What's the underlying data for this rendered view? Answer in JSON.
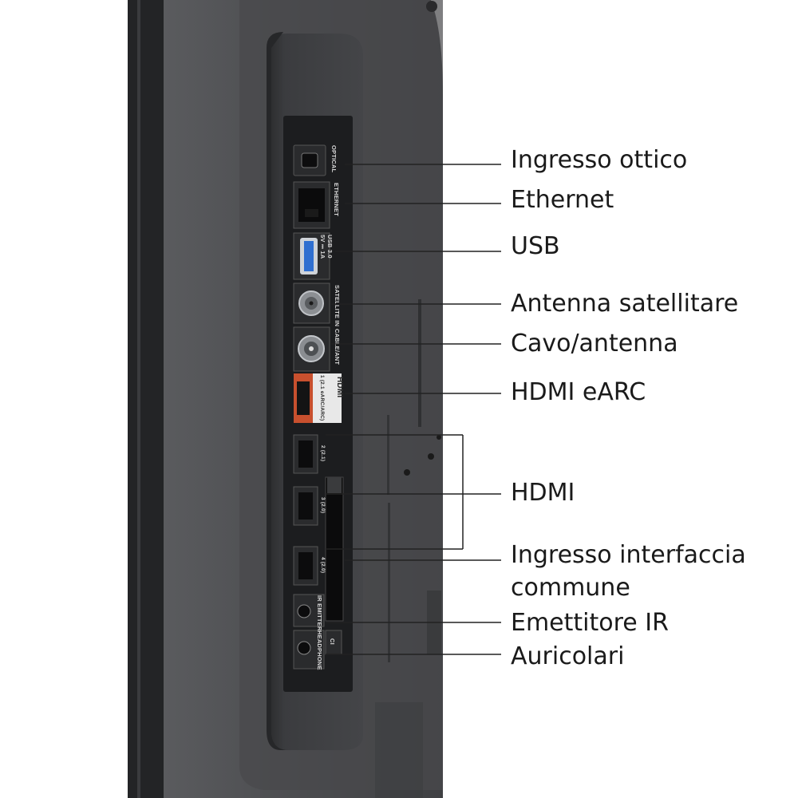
{
  "ports": {
    "optical": "OPTICAL",
    "ethernet": "ETHERNET",
    "usb_line1": "USB 3.0",
    "usb_line2": "5V ⎓ 1A",
    "satellite": "SATELLITE IN",
    "cable": "CABLE/ANT",
    "hdmi_logo": "HDMI",
    "hdmi1": "1 (2.1 eARC/ARC)",
    "hdmi2": "2 (2.1)",
    "hdmi3": "3 (2.0)",
    "hdmi4": "4 (2.0)",
    "ir": "IR EMITTER",
    "headphone": "HEADPHONE",
    "ci": "CI"
  },
  "labels": {
    "optical": "Ingresso ottico",
    "ethernet": "Ethernet",
    "usb": "USB",
    "satellite": "Antenna satellitare",
    "cable": "Cavo/antenna",
    "hdmi_earc": "HDMI eARC",
    "hdmi": "HDMI",
    "ci_line1": "Ingresso interfaccia",
    "ci_line2": "commune",
    "ir": "Emettitore IR",
    "headphone": "Auricolari"
  },
  "colors": {
    "tv_body": "#4a4b4d",
    "bezel": "#2b2c2e",
    "recess": "#3a3b3d",
    "port_panel": "#1c1d1f",
    "hdmi_earc_accent": "#c8502e",
    "label_text": "#1a1a1a",
    "leader_line": "#222222"
  }
}
